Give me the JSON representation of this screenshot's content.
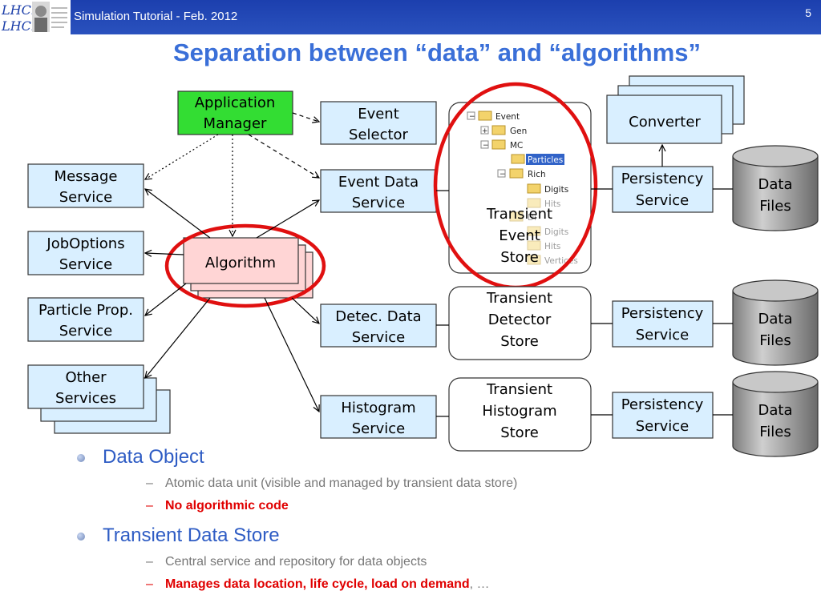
{
  "header": {
    "logo_text": "LHCb",
    "title": "Simulation Tutorial - Feb. 2012",
    "page_number": "5"
  },
  "slide_title": "Separation between “data” and “algorithms”",
  "diagram": {
    "app_manager": [
      "Application",
      "Manager"
    ],
    "message_service": [
      "Message",
      "Service"
    ],
    "joboptions_service": [
      "JobOptions",
      "Service"
    ],
    "particle_prop_service": [
      "Particle Prop.",
      "Service"
    ],
    "other_services": [
      "Other",
      "Services"
    ],
    "algorithm": "Algorithm",
    "event_selector": [
      "Event",
      "Selector"
    ],
    "event_data_service": [
      "Event Data",
      "Service"
    ],
    "detec_data_service": [
      "Detec. Data",
      "Service"
    ],
    "histogram_service": [
      "Histogram",
      "Service"
    ],
    "transient_event_store": [
      "Transient",
      "Event",
      "Store"
    ],
    "transient_detector_store": [
      "Transient",
      "Detector",
      "Store"
    ],
    "transient_histogram_store": [
      "Transient",
      "Histogram",
      "Store"
    ],
    "converter": "Converter",
    "persistency_service": [
      "Persistency",
      "Service"
    ],
    "data_files": [
      "Data",
      "Files"
    ],
    "tree_items": [
      "Event",
      "Gen",
      "MC",
      "Particles",
      "Rich",
      "Digits",
      "Hits",
      "Di",
      "Digits",
      "Hits",
      "Vertices"
    ]
  },
  "colors": {
    "header_blue": "#2546b5",
    "title_blue": "#3a6fd8",
    "box_fill": "#d9efff",
    "app_manager_fill": "#33dd33",
    "algorithm_fill": "#ffd5d5",
    "highlight_red": "#e01010",
    "cylinder_gray": "#9a9a9a"
  },
  "bullets": [
    {
      "text": "Data Object",
      "sub": [
        {
          "text": "Atomic data unit (visible and managed by transient data store)",
          "highlight": false
        },
        {
          "text": "No algorithmic code",
          "highlight": true
        }
      ]
    },
    {
      "text": "Transient Data Store",
      "sub": [
        {
          "text": "Central service and repository for data objects",
          "highlight": false
        },
        {
          "text": "Manages data location, life cycle, load on demand",
          "highlight": true,
          "suffix": ", …"
        }
      ]
    }
  ]
}
